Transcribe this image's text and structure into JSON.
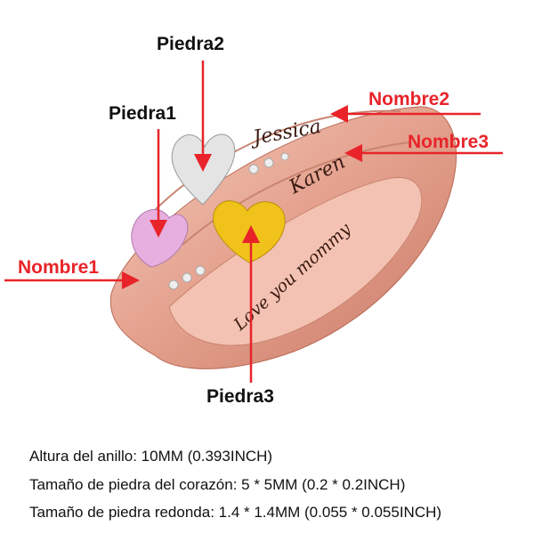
{
  "labels": {
    "stone1": "Piedra1",
    "stone2": "Piedra2",
    "stone3": "Piedra3",
    "name1": "Nombre1",
    "name2": "Nombre2",
    "name3": "Nombre3"
  },
  "engravings": {
    "name2": "Jessica",
    "name3": "Karen",
    "message": "Love you mommy"
  },
  "specs": [
    "Altura del anillo: 10MM (0.393INCH)",
    "Tamaño de piedra del corazón: 5 * 5MM (0.2 * 0.2INCH)",
    "Tamaño de piedra redonda: 1.4 * 1.4MM (0.055 * 0.055INCH)"
  ],
  "colors": {
    "annotation": "#e8242a",
    "ring": "#e8a795",
    "stone1": "#e7aee0",
    "stone2": "#e4e4e4",
    "stone3": "#f0c21a"
  }
}
